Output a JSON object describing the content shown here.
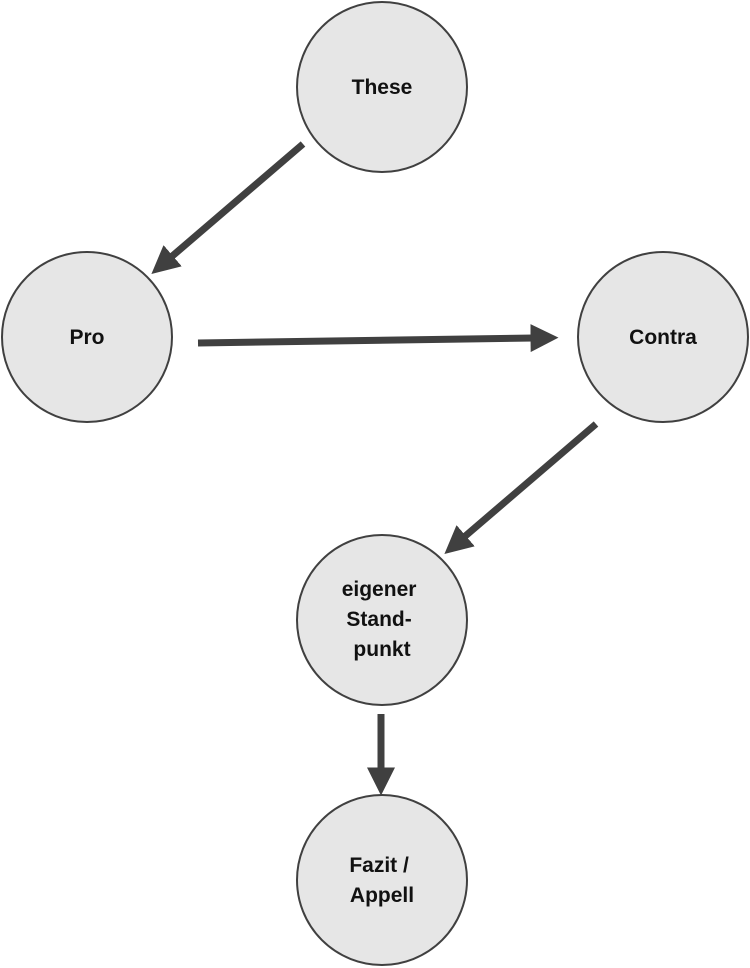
{
  "diagram": {
    "colors": {
      "node_fill": "#e6e6e6",
      "node_stroke": "#404040",
      "arrow": "#404040",
      "text": "#111111",
      "background": "#ffffff"
    },
    "nodes": [
      {
        "id": "these",
        "lines": [
          "These"
        ]
      },
      {
        "id": "pro",
        "lines": [
          "Pro"
        ]
      },
      {
        "id": "contra",
        "lines": [
          "Contra"
        ]
      },
      {
        "id": "standpunkt",
        "lines": [
          "eigener",
          "Stand-",
          "punkt"
        ]
      },
      {
        "id": "fazit",
        "lines": [
          "Fazit /",
          "Appell"
        ]
      }
    ],
    "edges": [
      {
        "from": "these",
        "to": "pro"
      },
      {
        "from": "pro",
        "to": "contra"
      },
      {
        "from": "contra",
        "to": "standpunkt"
      },
      {
        "from": "standpunkt",
        "to": "fazit"
      }
    ]
  }
}
